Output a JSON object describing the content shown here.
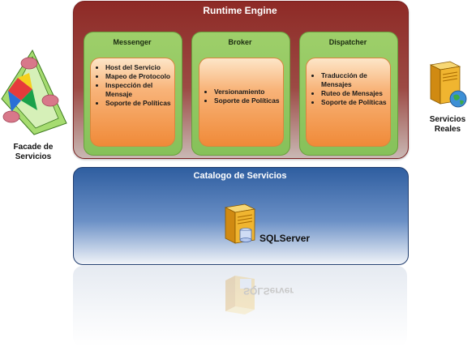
{
  "runtime": {
    "title": "Runtime Engine",
    "messenger": {
      "title": "Messenger",
      "items": [
        "Host del Servicio",
        "Mapeo de Protocolo",
        "Inspección del Mensaje",
        "Soporte de Políticas"
      ]
    },
    "broker": {
      "title": "Broker",
      "items": [
        "Versionamiento",
        "Soporte de Políticas"
      ]
    },
    "dispatcher": {
      "title": "Dispatcher",
      "items": [
        "Traducción de Mensajes",
        "Ruteo de Mensajes",
        "Soporte de Políticas"
      ]
    }
  },
  "catalog": {
    "title": "Catalogo de Servicios",
    "db_label": "SQLServer"
  },
  "facade": {
    "label_line1": "Facade de",
    "label_line2": "Servicios"
  },
  "servicios": {
    "label_line1": "Servicios",
    "label_line2": "Reales"
  },
  "colors": {
    "runtime": "#8e2a26",
    "green": "#86c15a",
    "orange": "#f08a38",
    "catalog": "#2f5ea0",
    "server": "#e8a41e"
  }
}
